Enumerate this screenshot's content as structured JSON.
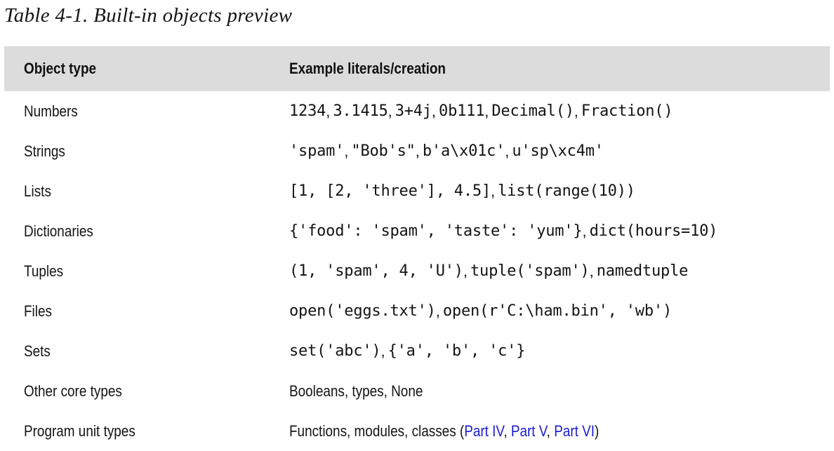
{
  "caption": "Table 4-1. Built-in objects preview",
  "table": {
    "headers": {
      "col1": "Object type",
      "col2": "Example literals/creation"
    },
    "rows": [
      {
        "type": "Numbers",
        "examples": [
          "1234",
          "3.1415",
          "3+4j",
          "0b111",
          "Decimal()",
          "Fraction()"
        ]
      },
      {
        "type": "Strings",
        "examples": [
          "'spam'",
          "\"Bob's\"",
          "b'a\\x01c'",
          "u'sp\\xc4m'"
        ]
      },
      {
        "type": "Lists",
        "examples": [
          "[1, [2, 'three'], 4.5]",
          "list(range(10))"
        ]
      },
      {
        "type": "Dictionaries",
        "examples": [
          "{'food': 'spam', 'taste': 'yum'}",
          "dict(hours=10)"
        ]
      },
      {
        "type": "Tuples",
        "examples": [
          "(1, 'spam', 4, 'U')",
          "tuple('spam')",
          "namedtuple"
        ]
      },
      {
        "type": "Files",
        "examples": [
          "open('eggs.txt')",
          "open(r'C:\\ham.bin', 'wb')"
        ]
      },
      {
        "type": "Sets",
        "examples": [
          "set('abc')",
          "{'a', 'b', 'c'}"
        ]
      },
      {
        "type": "Other core types",
        "prose": "Booleans, types, None"
      },
      {
        "type": "Program unit types",
        "prose_prefix": "Functions, modules, classes (",
        "links": [
          "Part IV",
          "Part V",
          "Part VI"
        ],
        "link_separator": ", ",
        "prose_suffix": ")"
      }
    ]
  },
  "colors": {
    "header_bg": "#dcdcdc",
    "link": "#1a1ad6",
    "text": "#141414"
  }
}
